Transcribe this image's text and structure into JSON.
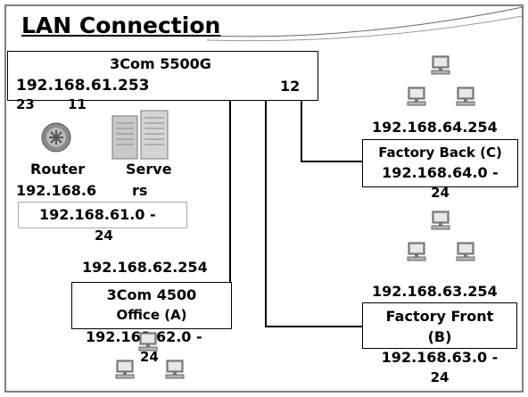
{
  "title": "LAN Connection",
  "core_switch": {
    "name": "3Com 5500G",
    "ip": "192.168.61.253",
    "ports_left": [
      "23",
      "11"
    ],
    "port_right": "12"
  },
  "router": {
    "label": "Router",
    "ip_fragment": "192.168.6"
  },
  "servers": {
    "label_line1": "Serve",
    "label_line2": "rs"
  },
  "server_subnet": {
    "line1": "192.168.61.0 -",
    "line2": "24"
  },
  "office": {
    "gateway": "192.168.62.254",
    "name_line1": "3Com 4500",
    "name_line2": "Office (A)",
    "subnet_line1": "192.168.62.0 -",
    "subnet_line2": "24"
  },
  "factory_back": {
    "gateway": "192.168.64.254",
    "name": "Factory Back (C)",
    "subnet_line1": "192.168.64.0 -",
    "subnet_line2": "24"
  },
  "factory_front": {
    "gateway": "192.168.63.254",
    "name_line1": "Factory Front",
    "name_line2": "(B)",
    "subnet_line1": "192.168.63.0 -",
    "subnet_line2": "24"
  },
  "icons": {
    "computer": "desktop-computer-icon",
    "router": "router-icon",
    "server": "server-rack-icon"
  },
  "colors": {
    "line": "#000000",
    "frame": "#555555",
    "background": "#ffffff"
  }
}
